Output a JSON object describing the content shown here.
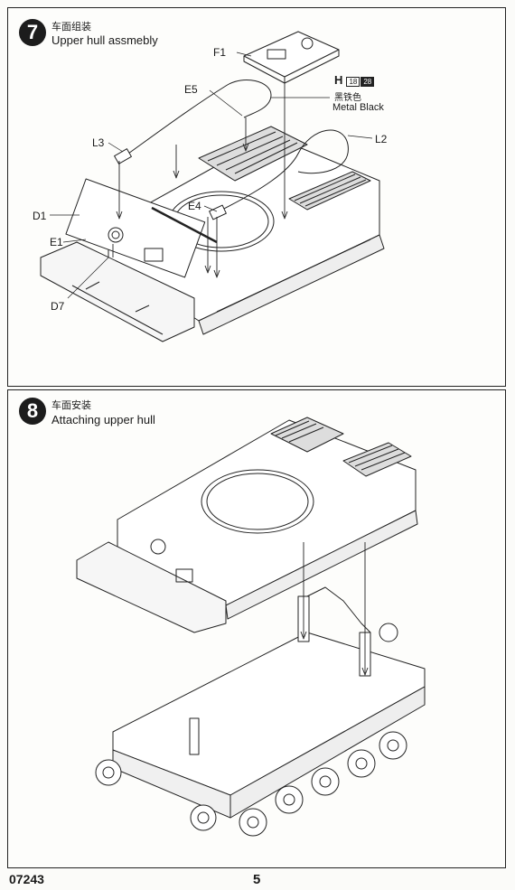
{
  "step7": {
    "number": "7",
    "title_cn": "车面组装",
    "title_en": "Upper hull assmebly",
    "parts": {
      "f1": "F1",
      "e5": "E5",
      "l3": "L3",
      "l2": "L2",
      "d1": "D1",
      "e1": "E1",
      "e4": "E4",
      "d7": "D7"
    },
    "paint": {
      "code": "H",
      "num1": "18",
      "num2": "28",
      "name_cn": "黑铁色",
      "name_en": "Metal  Black"
    }
  },
  "step8": {
    "number": "8",
    "title_cn": "车面安装",
    "title_en": "Attaching upper hull"
  },
  "footer": {
    "kit_code": "07243",
    "page_number": "5"
  }
}
